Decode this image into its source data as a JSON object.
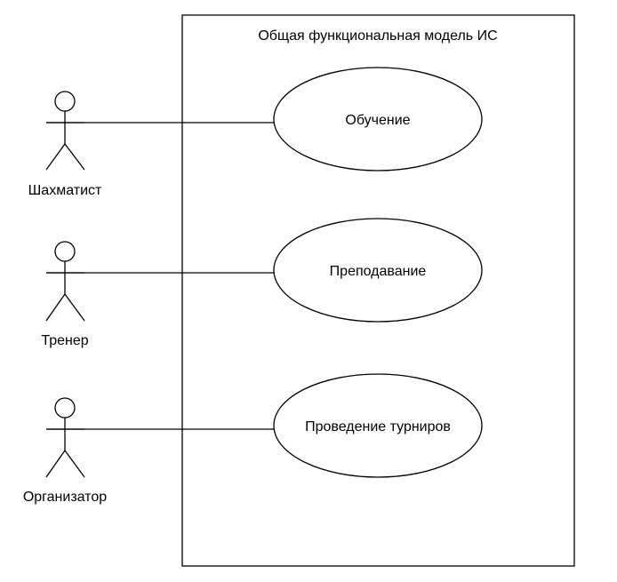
{
  "system": {
    "title": "Общая функциональная модель ИС"
  },
  "actors": [
    {
      "name": "Шахматист"
    },
    {
      "name": "Тренер"
    },
    {
      "name": "Организатор"
    }
  ],
  "use_cases": [
    {
      "label": "Обучение"
    },
    {
      "label": "Преподавание"
    },
    {
      "label": "Проведение турниров"
    }
  ],
  "style": {
    "stroke": "#000000",
    "background": "#ffffff"
  }
}
